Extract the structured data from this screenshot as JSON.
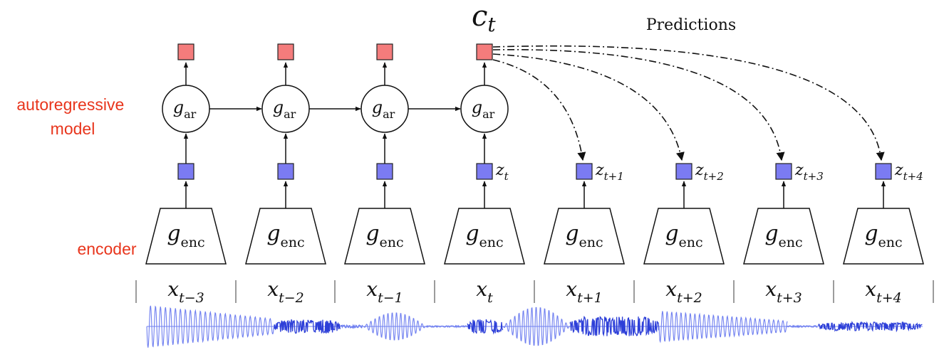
{
  "labels": {
    "autoregressive": [
      "autoregressive",
      "model"
    ],
    "encoder": "encoder",
    "context": "c",
    "context_sub": "t",
    "predictions": "Predictions"
  },
  "g_ar": {
    "base": "g",
    "sub": "ar"
  },
  "g_enc": {
    "base": "g",
    "sub": "enc"
  },
  "z_labels": [
    {
      "base": "z",
      "sub": "t"
    },
    {
      "base": "z",
      "sub": "t+1"
    },
    {
      "base": "z",
      "sub": "t+2"
    },
    {
      "base": "z",
      "sub": "t+3"
    },
    {
      "base": "z",
      "sub": "t+4"
    }
  ],
  "x_labels": [
    {
      "base": "x",
      "sub": "t−3"
    },
    {
      "base": "x",
      "sub": "t−2"
    },
    {
      "base": "x",
      "sub": "t−1"
    },
    {
      "base": "x",
      "sub": "t"
    },
    {
      "base": "x",
      "sub": "t+1"
    },
    {
      "base": "x",
      "sub": "t+2"
    },
    {
      "base": "x",
      "sub": "t+3"
    },
    {
      "base": "x",
      "sub": "t+4"
    }
  ],
  "colors": {
    "context_box": "#f47c7c",
    "latent_box": "#7b7bf2",
    "label_red": "#e8351c",
    "wave": "#2d3fd8",
    "wave_light": "#6f7ff0"
  }
}
